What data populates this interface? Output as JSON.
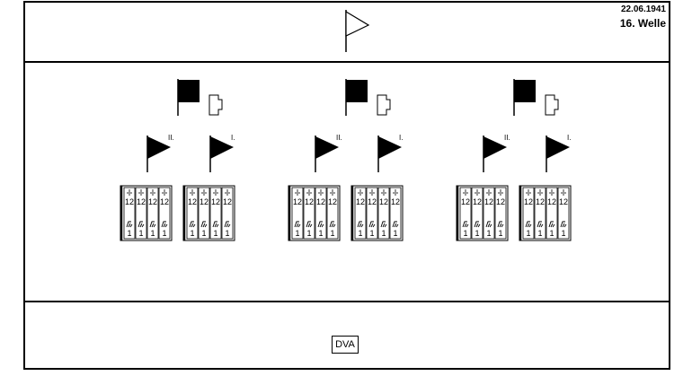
{
  "header": {
    "date": "22.06.1941",
    "wave": "16. Welle"
  },
  "footer": {
    "badge": "DVA"
  },
  "units": {
    "battalion_numerals": [
      "II.",
      "I."
    ],
    "gun_calibre": "12",
    "gun_count": "1"
  },
  "colors": {
    "line": "#000000",
    "fill": "#000000",
    "background": "#ffffff"
  },
  "icons": {
    "top_symbol": "triangle-pennant-icon",
    "regiment_symbol": "square-flag-icon",
    "battalion_symbol": "triangle-flag-icon",
    "support_symbol": "support-bracket-icon",
    "gun_symbol": "mortar-icon"
  }
}
